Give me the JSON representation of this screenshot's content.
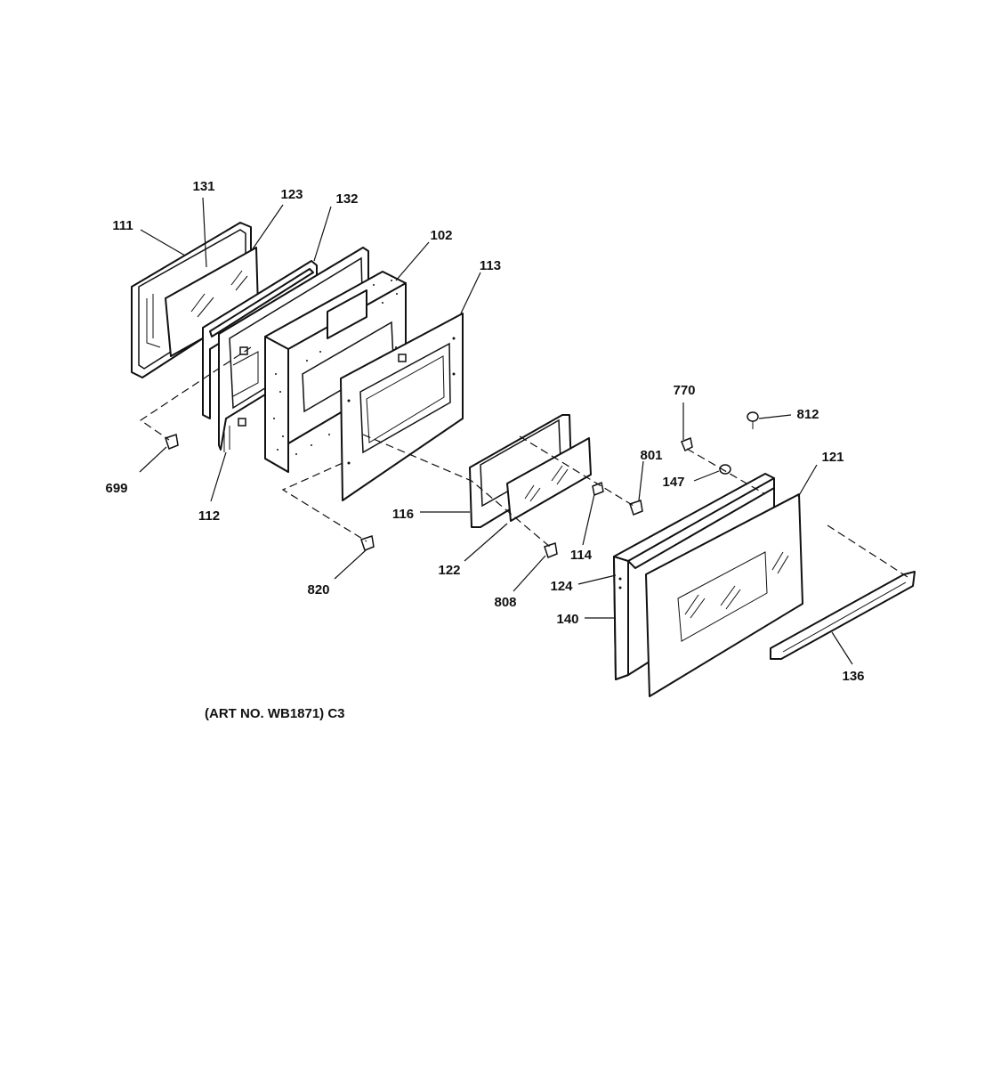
{
  "diagram": {
    "art_number": "(ART NO. WB1871) C3",
    "part_numbers": {
      "p111": "111",
      "p131": "131",
      "p123": "123",
      "p132": "132",
      "p102": "102",
      "p113": "113",
      "p699": "699",
      "p112": "112",
      "p770": "770",
      "p812": "812",
      "p801": "801",
      "p147": "147",
      "p121": "121",
      "p116": "116",
      "p114": "114",
      "p122": "122",
      "p820": "820",
      "p808": "808",
      "p124": "124",
      "p140": "140",
      "p136": "136"
    }
  }
}
